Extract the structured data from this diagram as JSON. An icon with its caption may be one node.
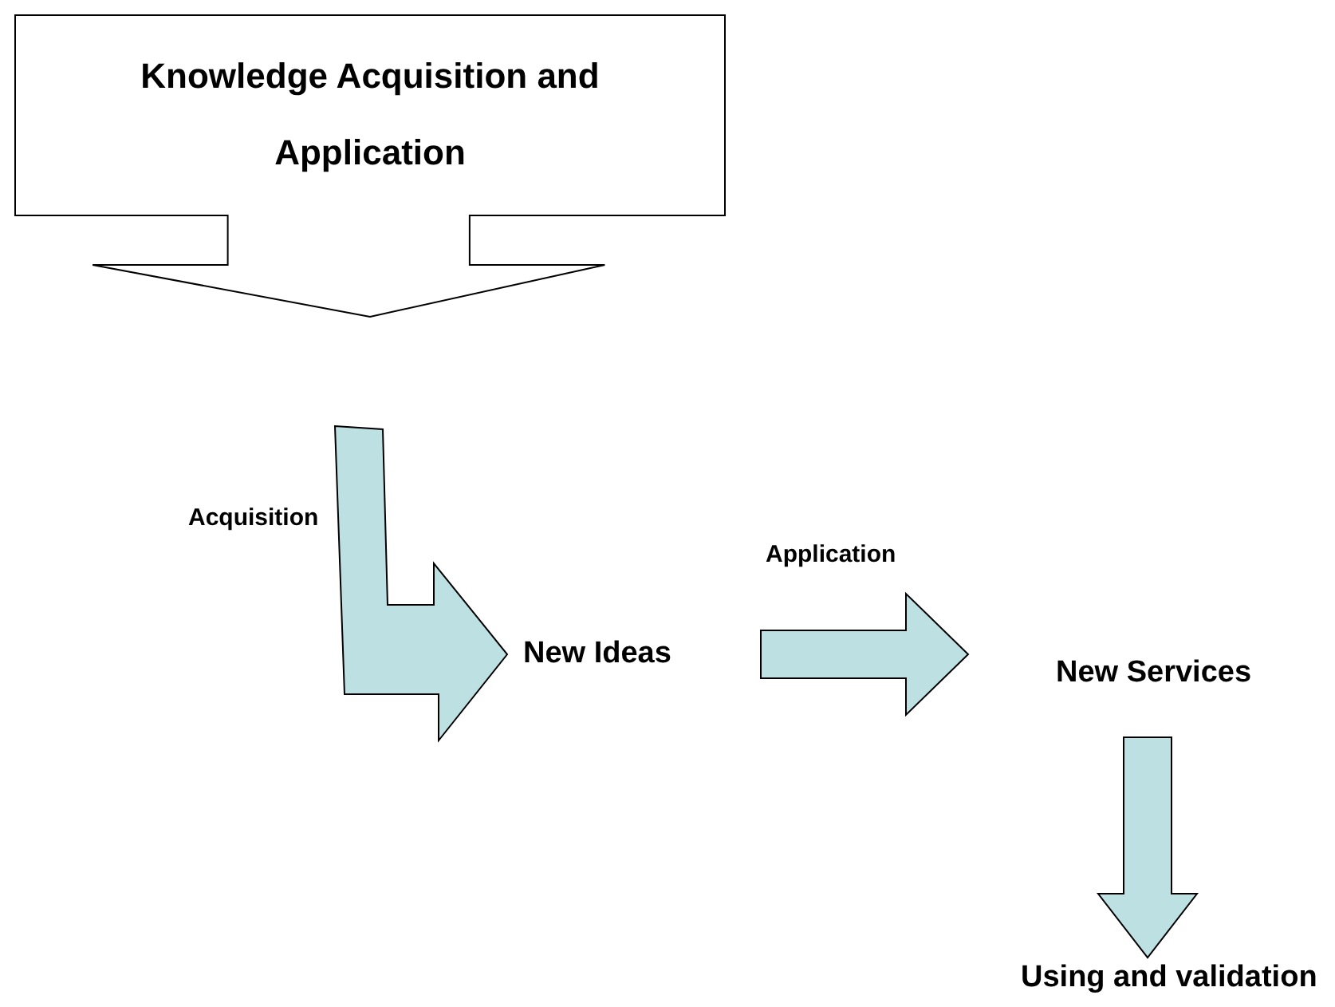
{
  "diagram": {
    "nodes": [
      {
        "text": [
          "Knowledge Acquisition and Application"
        ]
      },
      {
        "text": [
          "New Ideas"
        ]
      },
      {
        "text": [
          "New Services"
        ]
      },
      {
        "text": [
          "Using and validation"
        ]
      }
    ],
    "edges": [
      {
        "from": null,
        "to": 1,
        "arrow": "to",
        "label": "Acquisition",
        "style": "thick",
        "color": "#bde0e3"
      },
      {
        "from": 1,
        "to": 2,
        "arrow": "to",
        "label": "Application",
        "style": "thick",
        "color": "#bde0e3"
      },
      {
        "from": 2,
        "to": 3,
        "arrow": "to",
        "style": "thick",
        "color": "#bde0e3"
      }
    ]
  }
}
